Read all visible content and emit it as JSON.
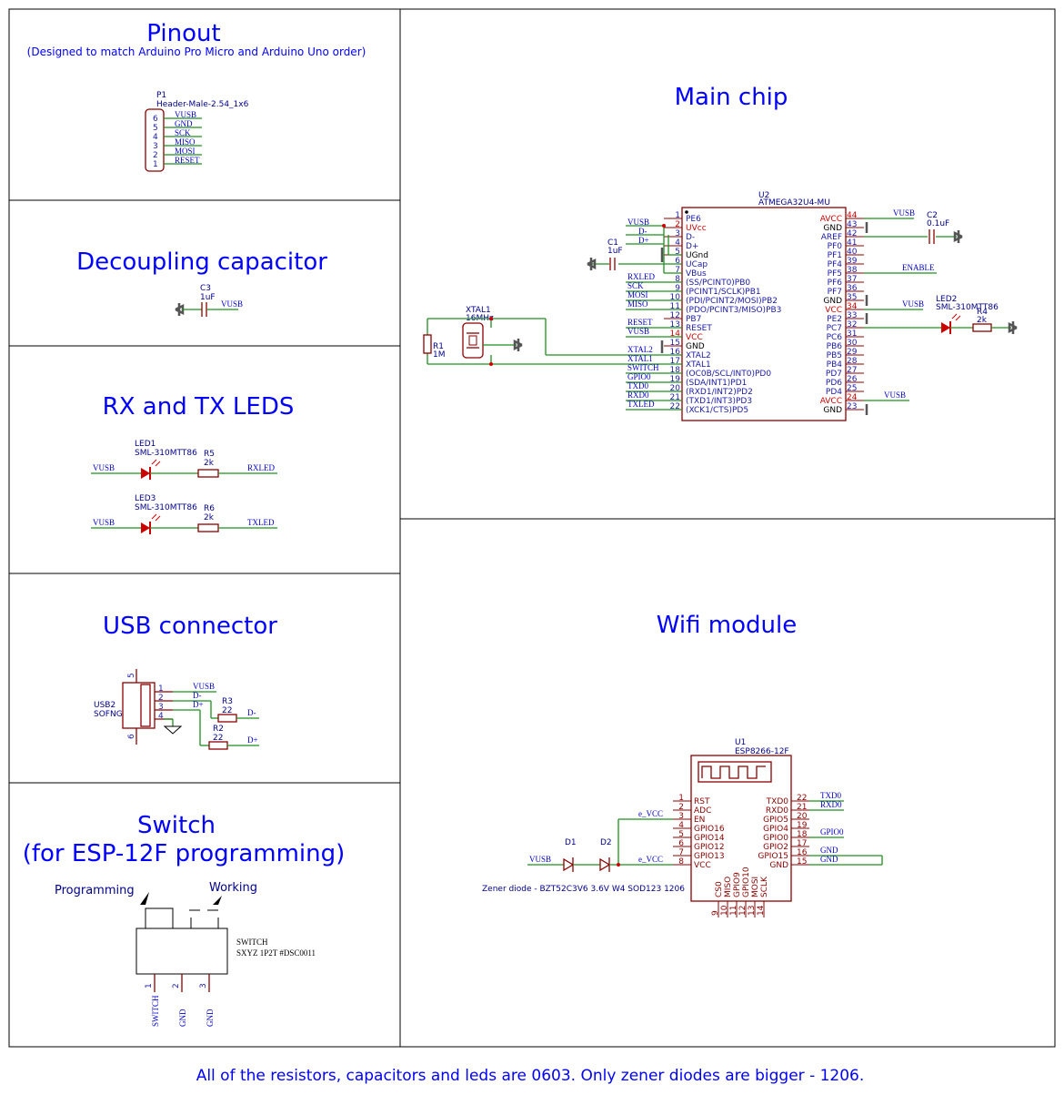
{
  "sections": {
    "pinout": {
      "title": "Pinout",
      "subtitle": "(Designed to match Arduino Pro Micro and Arduino Uno order)"
    },
    "decoupling": {
      "title": "Decoupling capacitor"
    },
    "leds": {
      "title": "RX and TX LEDS"
    },
    "usb": {
      "title": "USB connector"
    },
    "switch": {
      "title_line1": "Switch",
      "title_line2": "(for ESP-12F programming)",
      "programming": "Programming",
      "working": "Working"
    },
    "main": {
      "title": "Main chip"
    },
    "wifi": {
      "title": "Wifi module"
    }
  },
  "footer": "All of the resistors, capacitors and leds are 0603. Only zener diodes are bigger - 1206.",
  "p1": {
    "ref": "P1",
    "value": "Header-Male-2.54_1x6",
    "pins": [
      "6",
      "5",
      "4",
      "3",
      "2",
      "1"
    ],
    "nets": [
      "VUSB",
      "GND",
      "SCK",
      "MISO",
      "MOSI",
      "RESET"
    ]
  },
  "c3": {
    "ref": "C3",
    "value": "1uF",
    "net": "VUSB"
  },
  "led1": {
    "ref": "LED1",
    "value": "SML-310MTT86",
    "r_ref": "R5",
    "r_val": "2k",
    "net_in": "VUSB",
    "net_out": "RXLED"
  },
  "led3": {
    "ref": "LED3",
    "value": "SML-310MTT86",
    "r_ref": "R6",
    "r_val": "2k",
    "net_in": "VUSB",
    "net_out": "TXLED"
  },
  "usb2": {
    "ref": "USB2",
    "value": "SOFNG",
    "pins": [
      "1",
      "2",
      "3",
      "4"
    ],
    "pin_top": "5",
    "pin_bottom": "6",
    "nets": [
      "VUSB",
      "D-",
      "D+"
    ],
    "r3_ref": "R3",
    "r3_val": "22",
    "r3_net": "D-",
    "r2_ref": "R2",
    "r2_val": "22",
    "r2_net": "D+"
  },
  "switch_part": {
    "line1": "SWITCH",
    "line2": "SXYZ 1P2T #DSC0011",
    "pins": [
      "1",
      "2",
      "3"
    ],
    "nets": [
      "SWITCH",
      "GND",
      "GND"
    ]
  },
  "u2": {
    "ref": "U2",
    "value": "ATMEGA32U4-MU",
    "left_pins": [
      {
        "num": "1",
        "name": "PE6",
        "red": false
      },
      {
        "num": "2",
        "name": "UVcc",
        "red": true
      },
      {
        "num": "3",
        "name": "D-",
        "red": false
      },
      {
        "num": "4",
        "name": "D+",
        "red": false
      },
      {
        "num": "5",
        "name": "UGnd",
        "red": false,
        "black": true
      },
      {
        "num": "6",
        "name": "UCap",
        "red": false
      },
      {
        "num": "7",
        "name": "VBus",
        "red": false
      },
      {
        "num": "8",
        "name": "(SS/PCINT0)PB0",
        "red": false
      },
      {
        "num": "9",
        "name": "(PCINT1/SCLK)PB1",
        "red": false
      },
      {
        "num": "10",
        "name": "(PDI/PCINT2/MOSI)PB2",
        "red": false
      },
      {
        "num": "11",
        "name": "(PDO/PCINT3/MISO)PB3",
        "red": false
      },
      {
        "num": "12",
        "name": "PB7",
        "red": false
      },
      {
        "num": "13",
        "name": "RESET",
        "red": false
      },
      {
        "num": "14",
        "name": "VCC",
        "red": true
      },
      {
        "num": "15",
        "name": "GND",
        "red": false,
        "black": true
      },
      {
        "num": "16",
        "name": "XTAL2",
        "red": false
      },
      {
        "num": "17",
        "name": "XTAL1",
        "red": false
      },
      {
        "num": "18",
        "name": "(OC0B/SCL/INT0)PD0",
        "red": false
      },
      {
        "num": "19",
        "name": "(SDA/INT1)PD1",
        "red": false
      },
      {
        "num": "20",
        "name": "(RXD1/INT2)PD2",
        "red": false
      },
      {
        "num": "21",
        "name": "(TXD1/INT3)PD3",
        "red": false
      },
      {
        "num": "22",
        "name": "(XCK1/CTS)PD5",
        "red": false
      }
    ],
    "right_pins": [
      {
        "num": "44",
        "name": "AVCC",
        "red": true
      },
      {
        "num": "43",
        "name": "GND",
        "red": false,
        "black": true
      },
      {
        "num": "42",
        "name": "AREF",
        "red": false
      },
      {
        "num": "41",
        "name": "PF0",
        "red": false
      },
      {
        "num": "40",
        "name": "PF1",
        "red": false
      },
      {
        "num": "39",
        "name": "PF4",
        "red": false
      },
      {
        "num": "38",
        "name": "PF5",
        "red": false
      },
      {
        "num": "37",
        "name": "PF6",
        "red": false
      },
      {
        "num": "36",
        "name": "PF7",
        "red": false
      },
      {
        "num": "35",
        "name": "GND",
        "red": false,
        "black": true
      },
      {
        "num": "34",
        "name": "VCC",
        "red": true
      },
      {
        "num": "33",
        "name": "PE2",
        "red": false
      },
      {
        "num": "32",
        "name": "PC7",
        "red": false
      },
      {
        "num": "31",
        "name": "PC6",
        "red": false
      },
      {
        "num": "30",
        "name": "PB6",
        "red": false
      },
      {
        "num": "29",
        "name": "PB5",
        "red": false
      },
      {
        "num": "28",
        "name": "PB4",
        "red": false
      },
      {
        "num": "27",
        "name": "PD7",
        "red": false
      },
      {
        "num": "26",
        "name": "PD6",
        "red": false
      },
      {
        "num": "25",
        "name": "PD4",
        "red": false
      },
      {
        "num": "24",
        "name": "AVCC",
        "red": true
      },
      {
        "num": "23",
        "name": "GND",
        "red": false,
        "black": true
      }
    ],
    "left_nets": [
      "VUSB",
      "D-",
      "D+",
      "RXLED",
      "SCK",
      "MOSI",
      "MISO",
      "RESET",
      "VUSB",
      "XTAL2",
      "XTAL1",
      "SWITCH",
      "GPIO0",
      "TXD0",
      "RXD0",
      "TXLED"
    ],
    "right_nets": [
      "VUSB",
      "ENABLE",
      "VUSB",
      "VUSB"
    ]
  },
  "c1": {
    "ref": "C1",
    "value": "1uF"
  },
  "c2": {
    "ref": "C2",
    "value": "0.1uF"
  },
  "xtal1": {
    "ref": "XTAL1",
    "value": "16MHz"
  },
  "r1": {
    "ref": "R1",
    "value": "1M"
  },
  "led2": {
    "ref": "LED2",
    "value": "SML-310MTT86",
    "r_ref": "R4",
    "r_val": "2k"
  },
  "u1": {
    "ref": "U1",
    "value": "ESP8266-12F",
    "left_pins": [
      {
        "num": "1",
        "name": "RST"
      },
      {
        "num": "2",
        "name": "ADC"
      },
      {
        "num": "3",
        "name": "EN"
      },
      {
        "num": "4",
        "name": "GPIO16"
      },
      {
        "num": "5",
        "name": "GPIO14"
      },
      {
        "num": "6",
        "name": "GPIO12"
      },
      {
        "num": "7",
        "name": "GPIO13"
      },
      {
        "num": "8",
        "name": "VCC"
      }
    ],
    "right_pins": [
      {
        "num": "22",
        "name": "TXD0"
      },
      {
        "num": "21",
        "name": "RXD0"
      },
      {
        "num": "20",
        "name": "GPIO5"
      },
      {
        "num": "19",
        "name": "GPIO4"
      },
      {
        "num": "18",
        "name": "GPIO0"
      },
      {
        "num": "17",
        "name": "GPIO2"
      },
      {
        "num": "16",
        "name": "GPIO15"
      },
      {
        "num": "15",
        "name": "GND"
      }
    ],
    "bottom_pins": [
      {
        "num": "9",
        "name": "CS0"
      },
      {
        "num": "10",
        "name": "MISO"
      },
      {
        "num": "11",
        "name": "GPIO9"
      },
      {
        "num": "12",
        "name": "GPIO10"
      },
      {
        "num": "13",
        "name": "MOSI"
      },
      {
        "num": "14",
        "name": "SCLK"
      }
    ],
    "right_nets": [
      "TXD0",
      "RXD0",
      "GPIO0",
      "GND",
      "GND"
    ],
    "evcc_1": "e_VCC",
    "evcc_2": "e_VCC",
    "d1": "D1",
    "d2": "D2",
    "vusb": "VUSB",
    "zener_note": "Zener diode - BZT52C3V6 3.6V W4 SOD123 1206"
  }
}
